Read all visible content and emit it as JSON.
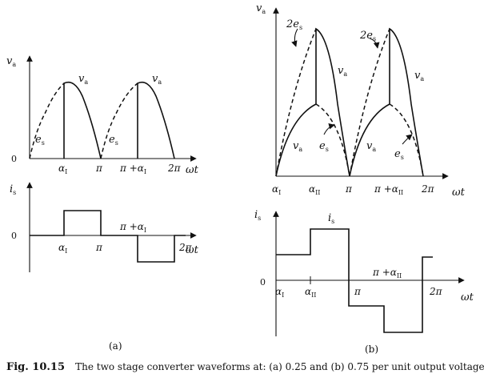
{
  "panel_a": {
    "top": {
      "y_axis_label": "v",
      "y_axis_sub": "a",
      "origin": "0",
      "x_axis_label": "ωt",
      "curve_labels": [
        "v",
        "v"
      ],
      "curve_label_sub": "a",
      "dashed_labels": [
        "e",
        "e"
      ],
      "dashed_label_sub": "s",
      "ticks": {
        "alpha": "α",
        "alpha_sub": "I",
        "pi": "π",
        "pi_plus": "π +α",
        "pi_plus_sub": "I",
        "two_pi": "2π"
      }
    },
    "bottom": {
      "y_axis_label": "i",
      "y_axis_sub": "s",
      "origin": "0",
      "x_axis_label": "ωt",
      "ticks": {
        "alpha": "α",
        "alpha_sub": "I",
        "pi": "π",
        "pi_plus": "π +α",
        "pi_plus_sub": "I",
        "two_pi": "2π"
      }
    },
    "caption": "(a)"
  },
  "panel_b": {
    "top": {
      "y_axis_label": "v",
      "y_axis_sub": "a",
      "x_axis_label": "ωt",
      "two_es": [
        "2e",
        "2e"
      ],
      "two_es_sub": "s",
      "curve_labels": [
        "v",
        "v",
        "v",
        "v"
      ],
      "curve_label_sub": "a",
      "dashed_labels": [
        "e",
        "e"
      ],
      "dashed_label_sub": "s",
      "ticks": {
        "alpha1": "α",
        "alpha1_sub": "I",
        "alpha2": "α",
        "alpha2_sub": "II",
        "pi": "π",
        "pi_plus": "π +α",
        "pi_plus_sub": "II",
        "two_pi": "2π"
      }
    },
    "bottom": {
      "y_axis_label": "i",
      "y_axis_sub": "s",
      "curve_label": "i",
      "curve_label_sub": "s",
      "origin": "0",
      "x_axis_label": "ωt",
      "ticks": {
        "alpha1": "α",
        "alpha1_sub": "I",
        "alpha2": "α",
        "alpha2_sub": "II",
        "pi": "π",
        "pi_plus": "π +α",
        "pi_plus_sub": "II",
        "two_pi": "2π"
      }
    },
    "caption": "(b)"
  },
  "figure_caption": {
    "number": "Fig. 10.15",
    "text": "The two stage converter waveforms at: (a) 0.25 and (b) 0.75 per unit output voltages"
  }
}
